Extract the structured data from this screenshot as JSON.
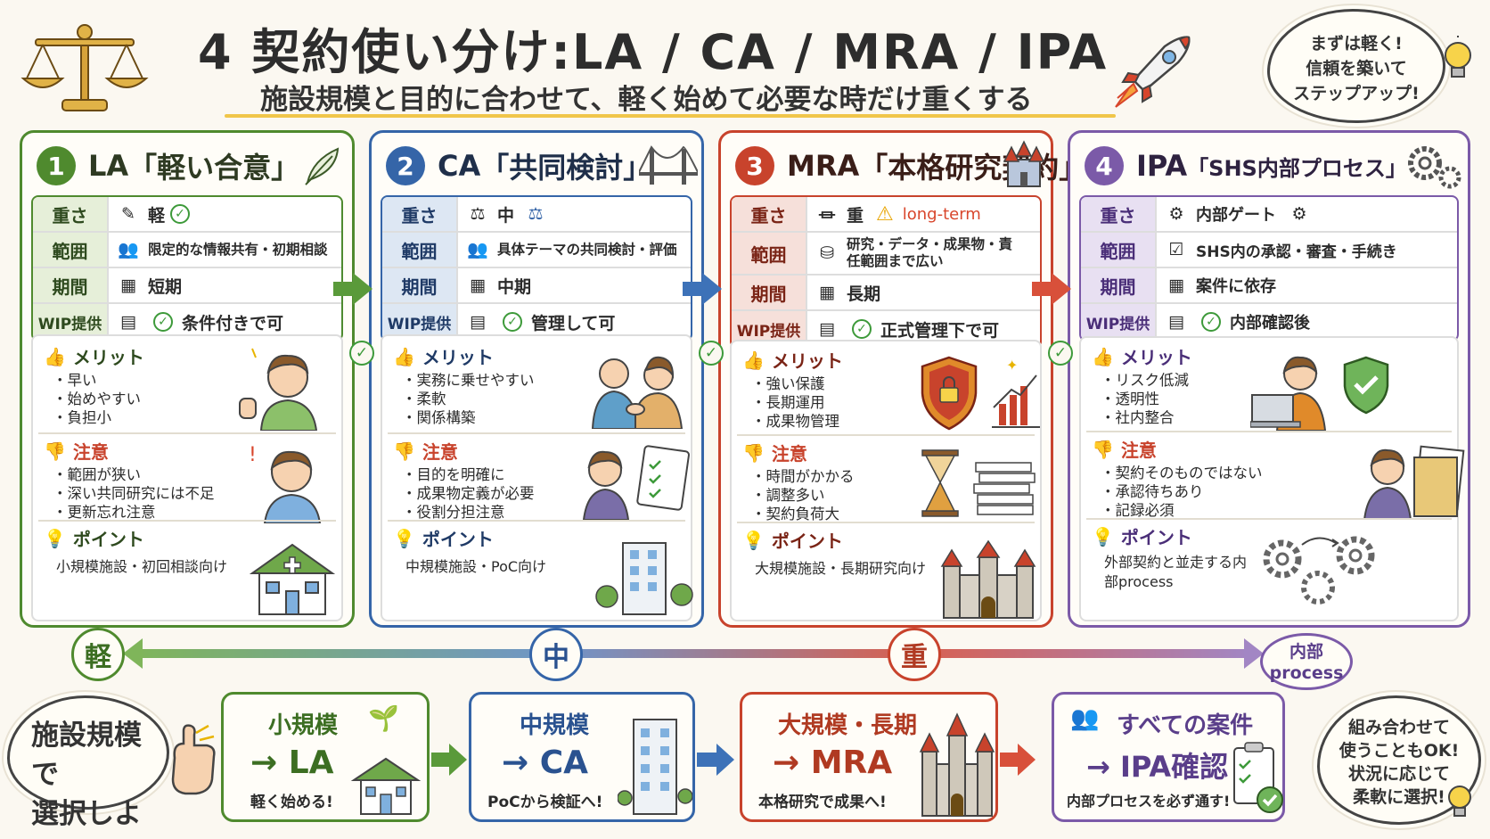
{
  "header": {
    "title": "4 契約使い分け:LA / CA / MRA / IPA",
    "subtitle": "施設規模と目的に合わせて、軽く始めて必要な時だけ重くする"
  },
  "cloud_top": [
    "まずは軽く!",
    "信頼を築いて",
    "ステップアップ!"
  ],
  "labels": {
    "weight": "重さ",
    "scope": "範囲",
    "period": "期間",
    "wip": "WIP提供",
    "merit": "メリット",
    "caution": "注意",
    "point": "ポイント"
  },
  "cards": [
    {
      "num": "1",
      "name": "LA",
      "desc": "「軽い合意」",
      "weight": "軽",
      "scope": "限定的な情報共有・初期相談",
      "period": "短期",
      "wip": "条件付きで可",
      "merits": [
        "早い",
        "始めやすい",
        "負担小"
      ],
      "cautions": [
        "範囲が狭い",
        "深い共同研究には不足",
        "更新忘れ注意"
      ],
      "point": "小規模施設・初回相談向け"
    },
    {
      "num": "2",
      "name": "CA",
      "desc": "「共同検討」",
      "weight": "中",
      "scope": "具体テーマの共同検討・評価",
      "period": "中期",
      "wip": "管理して可",
      "merits": [
        "実務に乗せやすい",
        "柔軟",
        "関係構築"
      ],
      "cautions": [
        "目的を明確に",
        "成果物定義が必要",
        "役割分担注意"
      ],
      "point": "中規模施設・PoC向け"
    },
    {
      "num": "3",
      "name": "MRA",
      "desc": "「本格研究契約」",
      "weight": "重",
      "weight_note": "long-term",
      "scope": "研究・データ・成果物・責任範囲まで広い",
      "period": "長期",
      "wip": "正式管理下で可",
      "merits": [
        "強い保護",
        "長期運用",
        "成果物管理"
      ],
      "cautions": [
        "時間がかかる",
        "調整多い",
        "契約負荷大"
      ],
      "point": "大規模施設・長期研究向け"
    },
    {
      "num": "4",
      "name": "IPA",
      "desc": "「SHS内部プロセス」",
      "weight": "内部ゲート",
      "scope": "SHS内の承認・審査・手続き",
      "period": "案件に依存",
      "wip": "内部確認後",
      "merits": [
        "リスク低減",
        "透明性",
        "社内整合"
      ],
      "cautions": [
        "契約そのものではない",
        "承認待ちあり",
        "記録必須"
      ],
      "point": "外部契約と並走する内部process"
    }
  ],
  "scale": {
    "light": "軽",
    "mid": "中",
    "heavy": "重",
    "internal": "内部 process"
  },
  "cloud_left": [
    "施設規模で",
    "選択しよう!"
  ],
  "bottom": [
    {
      "head": "小規模",
      "main": "→ LA",
      "sub": "軽く始める!"
    },
    {
      "head": "中規模",
      "main": "→ CA",
      "sub": "PoCから検証へ!"
    },
    {
      "head": "大規模・長期",
      "main": "→ MRA",
      "sub": "本格研究で成果へ!"
    },
    {
      "head": "すべての案件",
      "main": "→ IPA確認",
      "sub": "内部プロセスを必ず通す!"
    }
  ],
  "cloud_bottom": [
    "組み合わせて",
    "使うこともOK!",
    "状況に応じて",
    "柔軟に選択!"
  ],
  "colors": {
    "green": "#4f8a2e",
    "blue": "#3565a8",
    "red": "#c8432c",
    "purple": "#7b5aa8"
  }
}
